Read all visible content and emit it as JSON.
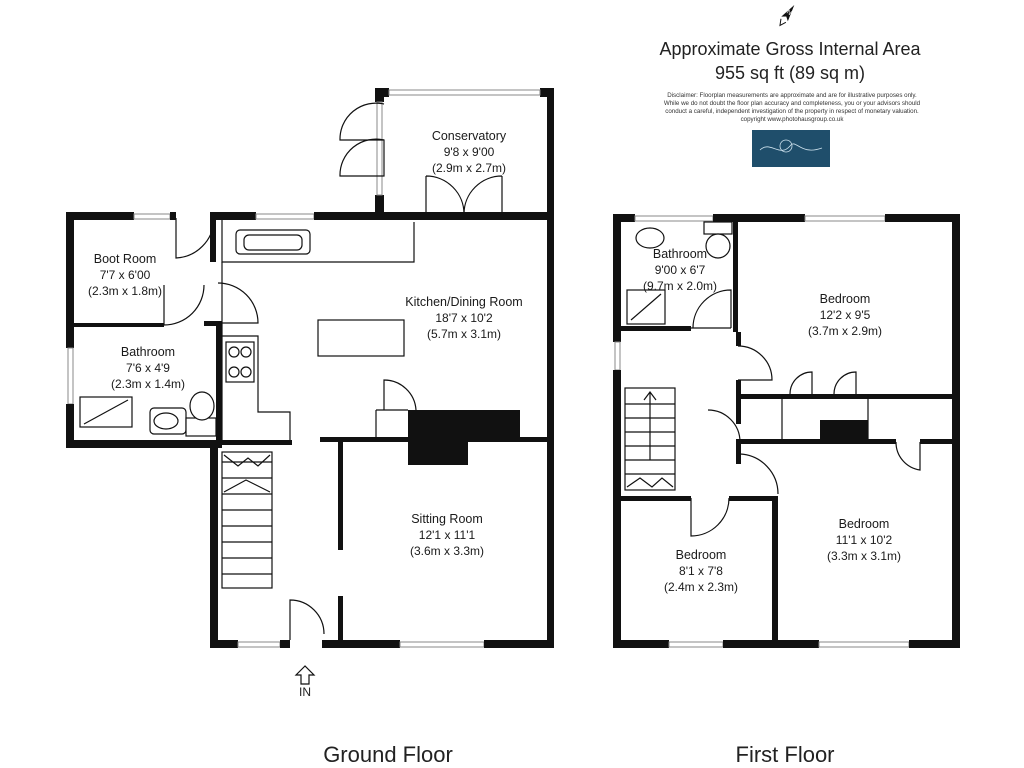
{
  "header": {
    "area_title": "Approximate Gross Internal Area",
    "area_value": "955 sq ft (89 sq m)",
    "disclaimer_lines": [
      "Disclaimer: Floorplan measurements are approximate and are for illustrative purposes only.",
      "While we do not doubt the floor plan accuracy and completeness, you or your advisors should",
      "conduct a careful, independent investigation of the property in respect of monetary valuation.",
      "copyright www.photohausgroup.co.uk"
    ],
    "compass_label": "N",
    "logo_color": "#1f4e6b"
  },
  "ground_floor": {
    "label": "Ground Floor",
    "entry_label": "IN",
    "rooms": {
      "conservatory": {
        "name": "Conservatory",
        "imperial": "9'8 x 9'00",
        "metric": "(2.9m x 2.7m)"
      },
      "boot_room": {
        "name": "Boot Room",
        "imperial": "7'7 x 6'00",
        "metric": "(2.3m x 1.8m)"
      },
      "kitchen": {
        "name": "Kitchen/Dining Room",
        "imperial": "18'7 x 10'2",
        "metric": "(5.7m x 3.1m)"
      },
      "bathroom": {
        "name": "Bathroom",
        "imperial": "7'6 x 4'9",
        "metric": "(2.3m x 1.4m)"
      },
      "sitting_room": {
        "name": "Sitting Room",
        "imperial": "12'1 x 11'1",
        "metric": "(3.6m x 3.3m)"
      }
    }
  },
  "first_floor": {
    "label": "First Floor",
    "rooms": {
      "bathroom": {
        "name": "Bathroom",
        "imperial": "9'00 x 6'7",
        "metric": "(9.7m x 2.0m)"
      },
      "bedroom_1": {
        "name": "Bedroom",
        "imperial": "12'2 x 9'5",
        "metric": "(3.7m x 2.9m)"
      },
      "bedroom_2": {
        "name": "Bedroom",
        "imperial": "11'1 x 10'2",
        "metric": "(3.3m x 3.1m)"
      },
      "bedroom_3": {
        "name": "Bedroom",
        "imperial": "8'1 x 7'8",
        "metric": "(2.4m x 2.3m)"
      }
    }
  }
}
